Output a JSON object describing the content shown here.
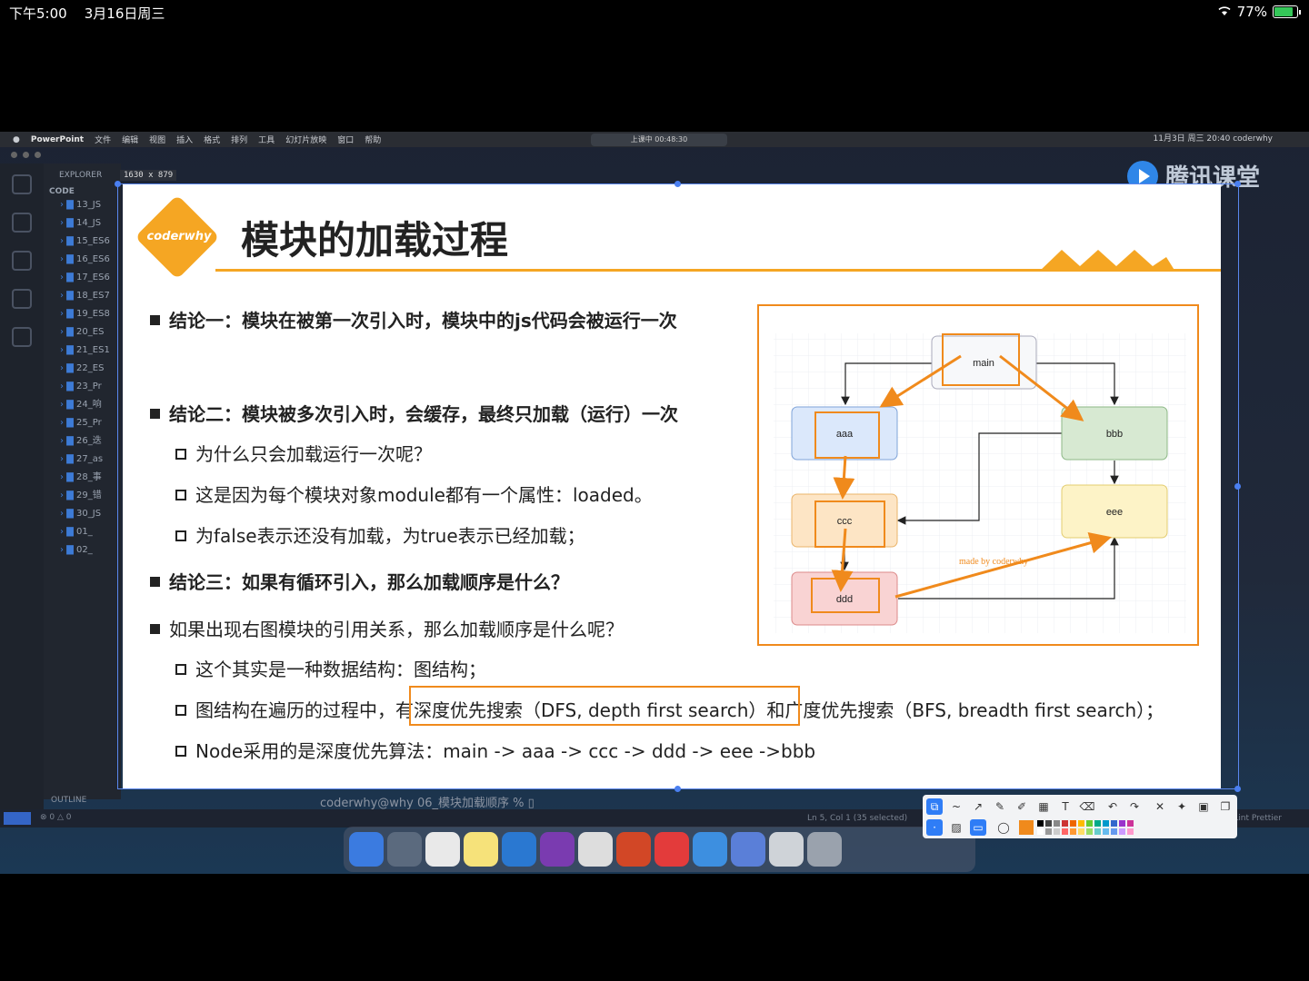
{
  "ios_status": {
    "time": "下午5:00",
    "date": "3月16日周三",
    "battery": "77%"
  },
  "mac_menu": {
    "app": "PowerPoint",
    "items": [
      "文件",
      "编辑",
      "视图",
      "插入",
      "格式",
      "排列",
      "工具",
      "幻灯片放映",
      "窗口",
      "帮助"
    ],
    "center": "上课中 00:48:30",
    "right": "11月3日 周三 20:40  coderwhy"
  },
  "vscode": {
    "explorer_label": "EXPLORER",
    "section": "CODE",
    "folders": [
      "13_JS",
      "14_JS",
      "15_ES6",
      "16_ES6",
      "17_ES6",
      "18_ES7",
      "19_ES8",
      "20_ES",
      "21_ES1",
      "22_ES",
      "23_Pr",
      "24_响",
      "25_Pr",
      "26_迭",
      "27_as",
      "28_事",
      "29_错",
      "30_JS",
      "01_",
      "02_"
    ],
    "outline": "OUTLINE",
    "status_errors": "⊗ 0 △ 0",
    "status_position": "Ln 5, Col 1 (35 selected)",
    "status_right": "Go Live   ESLint   Prettier",
    "terminal": "coderwhy@why 06_模块加载顺序 % ▯"
  },
  "size_badge": "1630 x 879",
  "watermark": "腾讯课堂",
  "slide": {
    "logo": "coderwhy",
    "title": "模块的加载过程",
    "bullets": [
      {
        "level": 1,
        "bold": true,
        "text": "结论一：模块在被第一次引入时，模块中的js代码会被运行一次"
      },
      {
        "level": 1,
        "bold": true,
        "text": "结论二：模块被多次引入时，会缓存，最终只加载（运行）一次"
      },
      {
        "level": 2,
        "bold": false,
        "text": "为什么只会加载运行一次呢？"
      },
      {
        "level": 2,
        "bold": false,
        "text": "这是因为每个模块对象module都有一个属性：loaded。"
      },
      {
        "level": 2,
        "bold": false,
        "text": "为false表示还没有加载，为true表示已经加载；"
      },
      {
        "level": 1,
        "bold": true,
        "text": "结论三：如果有循环引入，那么加载顺序是什么？"
      },
      {
        "level": 1,
        "bold": false,
        "text": "如果出现右图模块的引用关系，那么加载顺序是什么呢？"
      },
      {
        "level": 2,
        "bold": false,
        "text": "这个其实是一种数据结构：图结构；"
      },
      {
        "level": 2,
        "bold": false,
        "text": "图结构在遍历的过程中，有深度优先搜索（DFS, depth first search）和广度优先搜索（BFS, breadth first search）；"
      },
      {
        "level": 2,
        "bold": false,
        "text": "Node采用的是深度优先算法：main -> aaa -> ccc -> ddd -> eee ->bbb"
      }
    ],
    "diagram": {
      "nodes": {
        "main": "main",
        "aaa": "aaa",
        "bbb": "bbb",
        "ccc": "ccc",
        "ddd": "ddd",
        "eee": "eee"
      },
      "credit": "made by coderwhy"
    }
  },
  "colors": {
    "accent": "#f5a623",
    "highlight": "#f08a1c",
    "selection": "#4a7ff0"
  }
}
